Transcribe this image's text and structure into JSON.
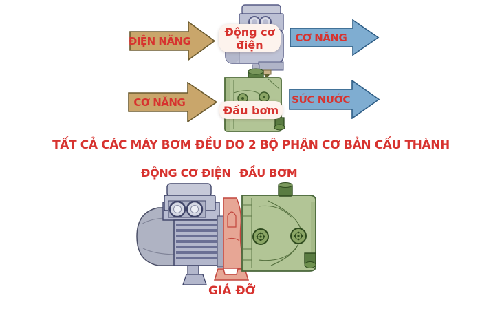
{
  "colors": {
    "background": "#ffffff",
    "red_text": "#d7332f",
    "tan_arrow_fill": "#c9a66b",
    "tan_arrow_stroke": "#6b5a2e",
    "blue_arrow_fill": "#7fadd1",
    "blue_arrow_stroke": "#2f5e86",
    "motor_fill": "#bfc3d6",
    "motor_stroke": "#3f4468",
    "pump_head_fill": "#b2c596",
    "pump_head_stroke": "#49663a",
    "bracket_fill": "#e7a695",
    "bracket_stroke": "#c2473e",
    "label_pill_bg": "#fdf3ed"
  },
  "flows": [
    {
      "input_label": "ĐIỆN NĂNG",
      "component_label_line1": "Động cơ",
      "component_label_line2": "điện",
      "output_label": "CƠ NĂNG"
    },
    {
      "input_label": "CƠ NĂNG",
      "component_label": "Đầu bơm",
      "output_label": "SỨC NƯỚC"
    }
  ],
  "headline": "TẤT CẢ CÁC MÁY BƠM ĐỀU DO 2 BỘ PHẬN CƠ BẢN CẤU THÀNH",
  "part_labels": {
    "motor": "ĐỘNG CƠ ĐIỆN",
    "pump_head": "ĐẦU BƠM",
    "stand": "GIÁ ĐỠ"
  }
}
